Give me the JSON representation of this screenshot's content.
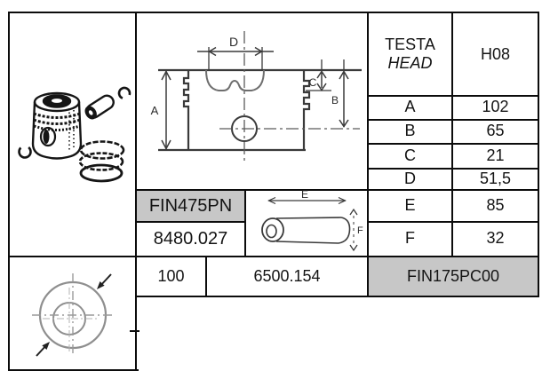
{
  "colors": {
    "highlight_gray": "#c7c7c7",
    "line_black": "#0c0c0c"
  },
  "head_table": {
    "title_it": "TESTA",
    "title_en": "HEAD",
    "head_code": "H08",
    "rows": [
      {
        "label": "A",
        "value": "102"
      },
      {
        "label": "B",
        "value": "65"
      },
      {
        "label": "C",
        "value": "21"
      },
      {
        "label": "D",
        "value": "51,5"
      },
      {
        "label": "E",
        "value": "85"
      },
      {
        "label": "F",
        "value": "32"
      }
    ]
  },
  "codes": {
    "fin_code_top": "FIN475PN",
    "part_number": "8480.027",
    "bore": "100",
    "catalog_number": "6500.154",
    "fin_code_bottom": "FIN175PC00"
  },
  "piston_drawing_labels": {
    "a": "A",
    "d": "D",
    "c": "C",
    "b": "B"
  },
  "pin_drawing_labels": {
    "e": "E",
    "f": "F"
  }
}
